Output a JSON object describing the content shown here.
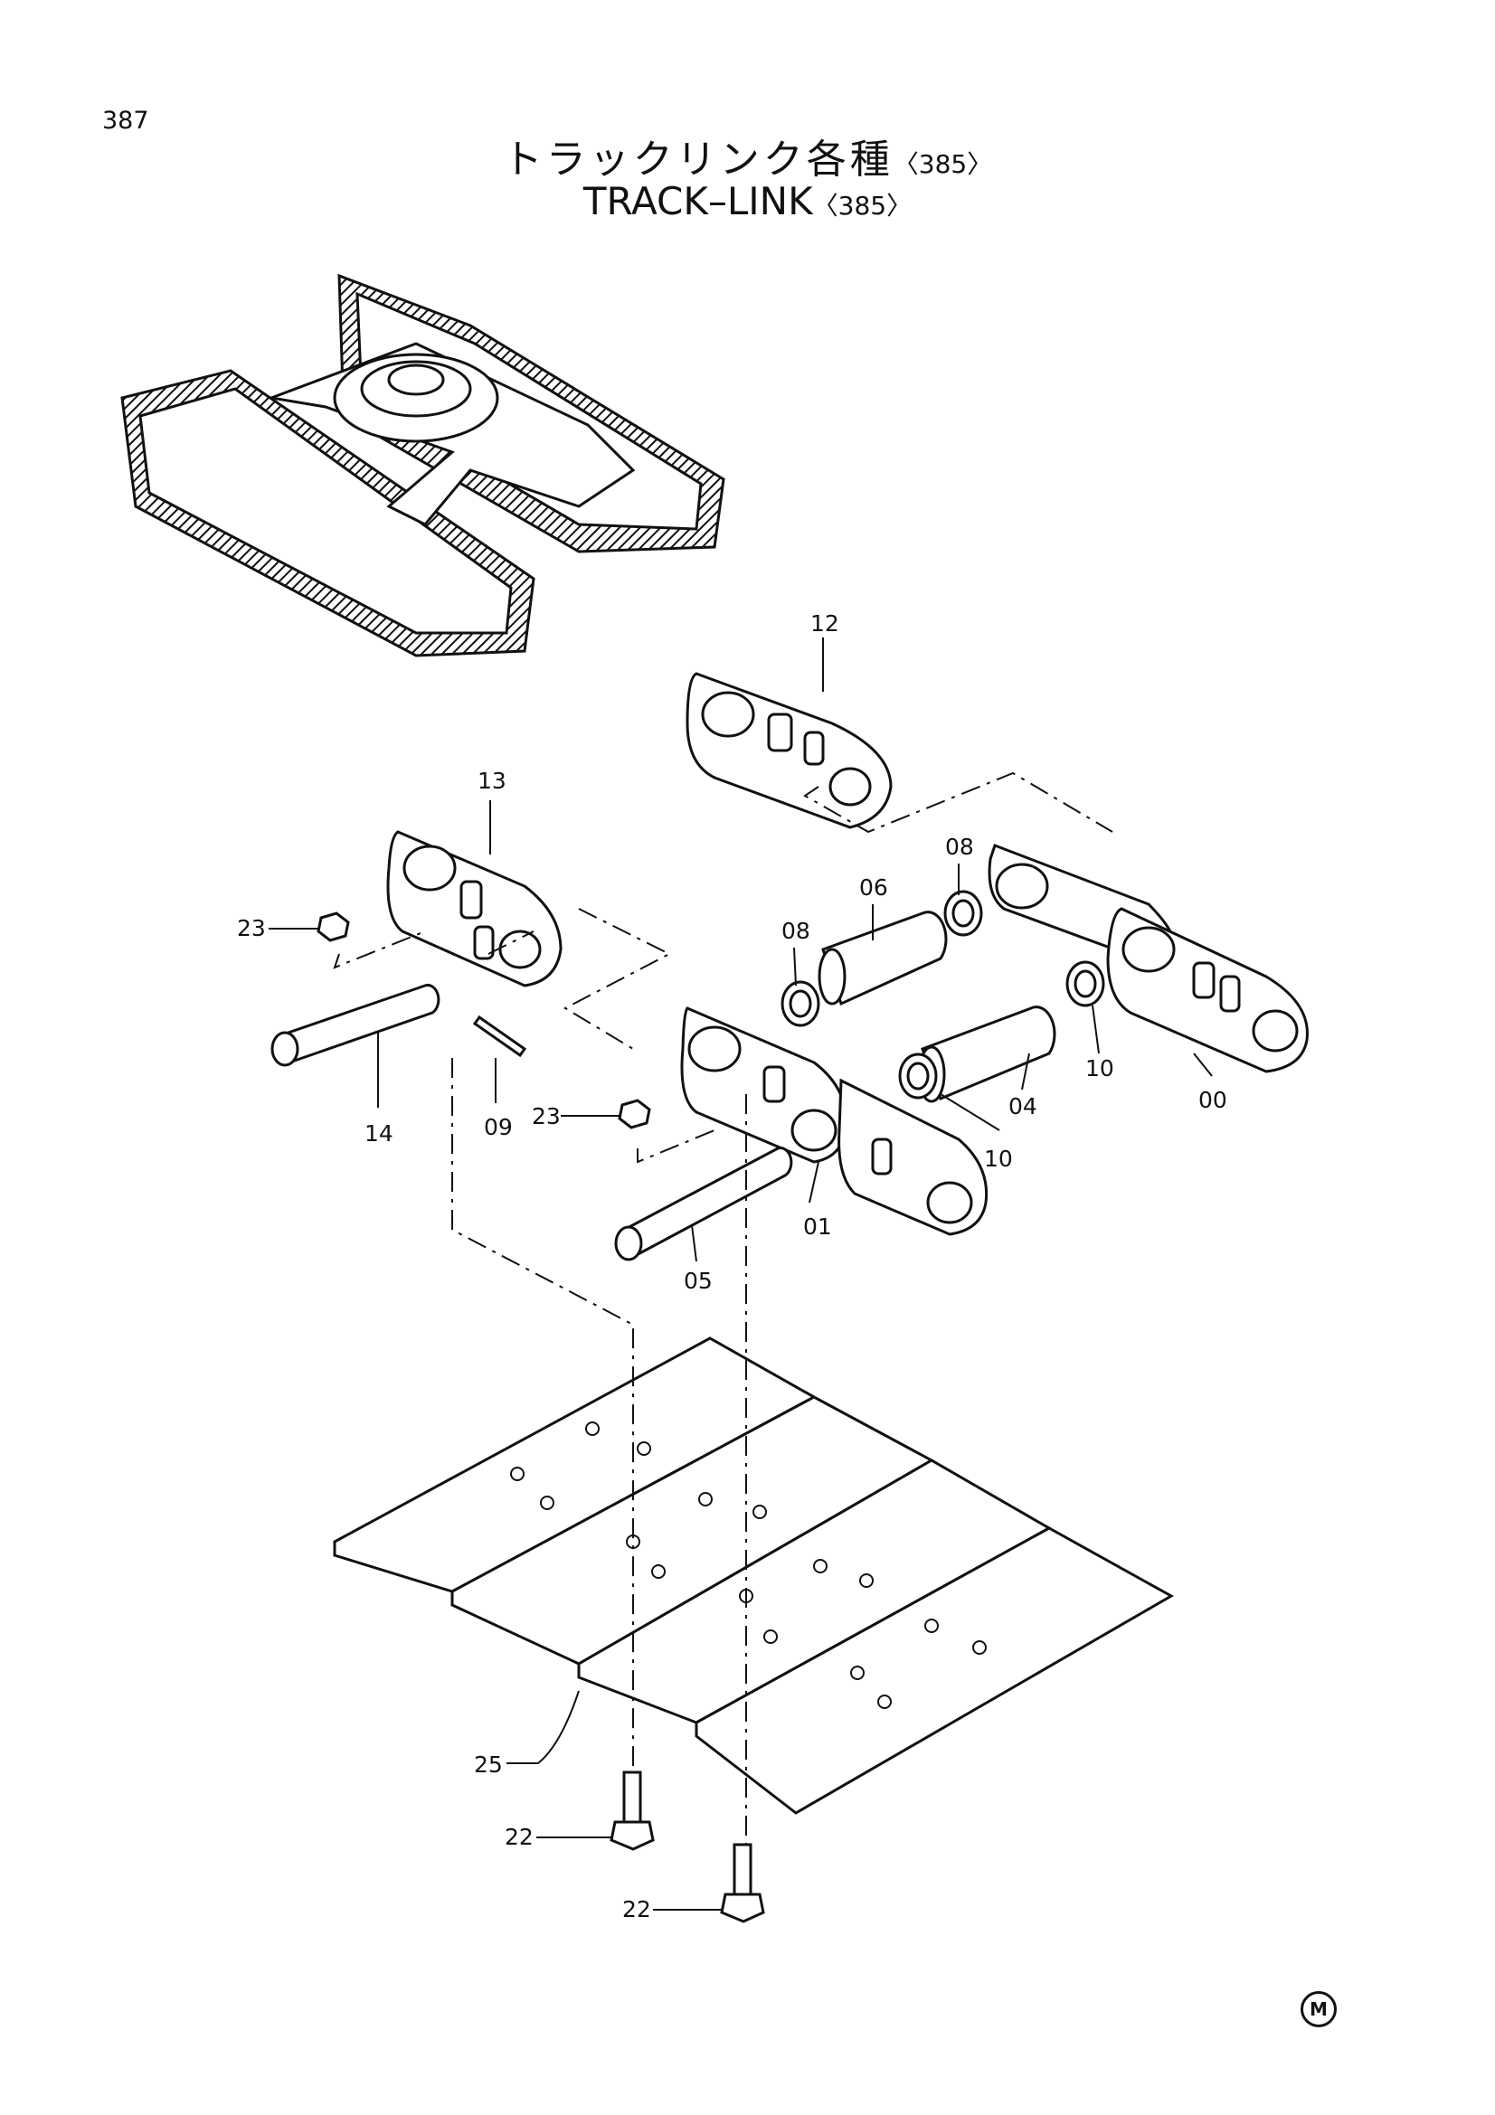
{
  "page_number": "387",
  "title_jp": "トラックリンク各種",
  "title_jp_ref": "〈385〉",
  "title_en": "TRACK–LINK",
  "title_en_ref": "〈385〉",
  "corner_mark": "M",
  "callouts": {
    "c12": "12",
    "c13": "13",
    "c08a": "08",
    "c08b": "08",
    "c06": "06",
    "c23a": "23",
    "c23b": "23",
    "c14": "14",
    "c09": "09",
    "c10a": "10",
    "c10b": "10",
    "c04": "04",
    "c00": "00",
    "c01": "01",
    "c05": "05",
    "c25": "25",
    "c22a": "22",
    "c22b": "22"
  }
}
